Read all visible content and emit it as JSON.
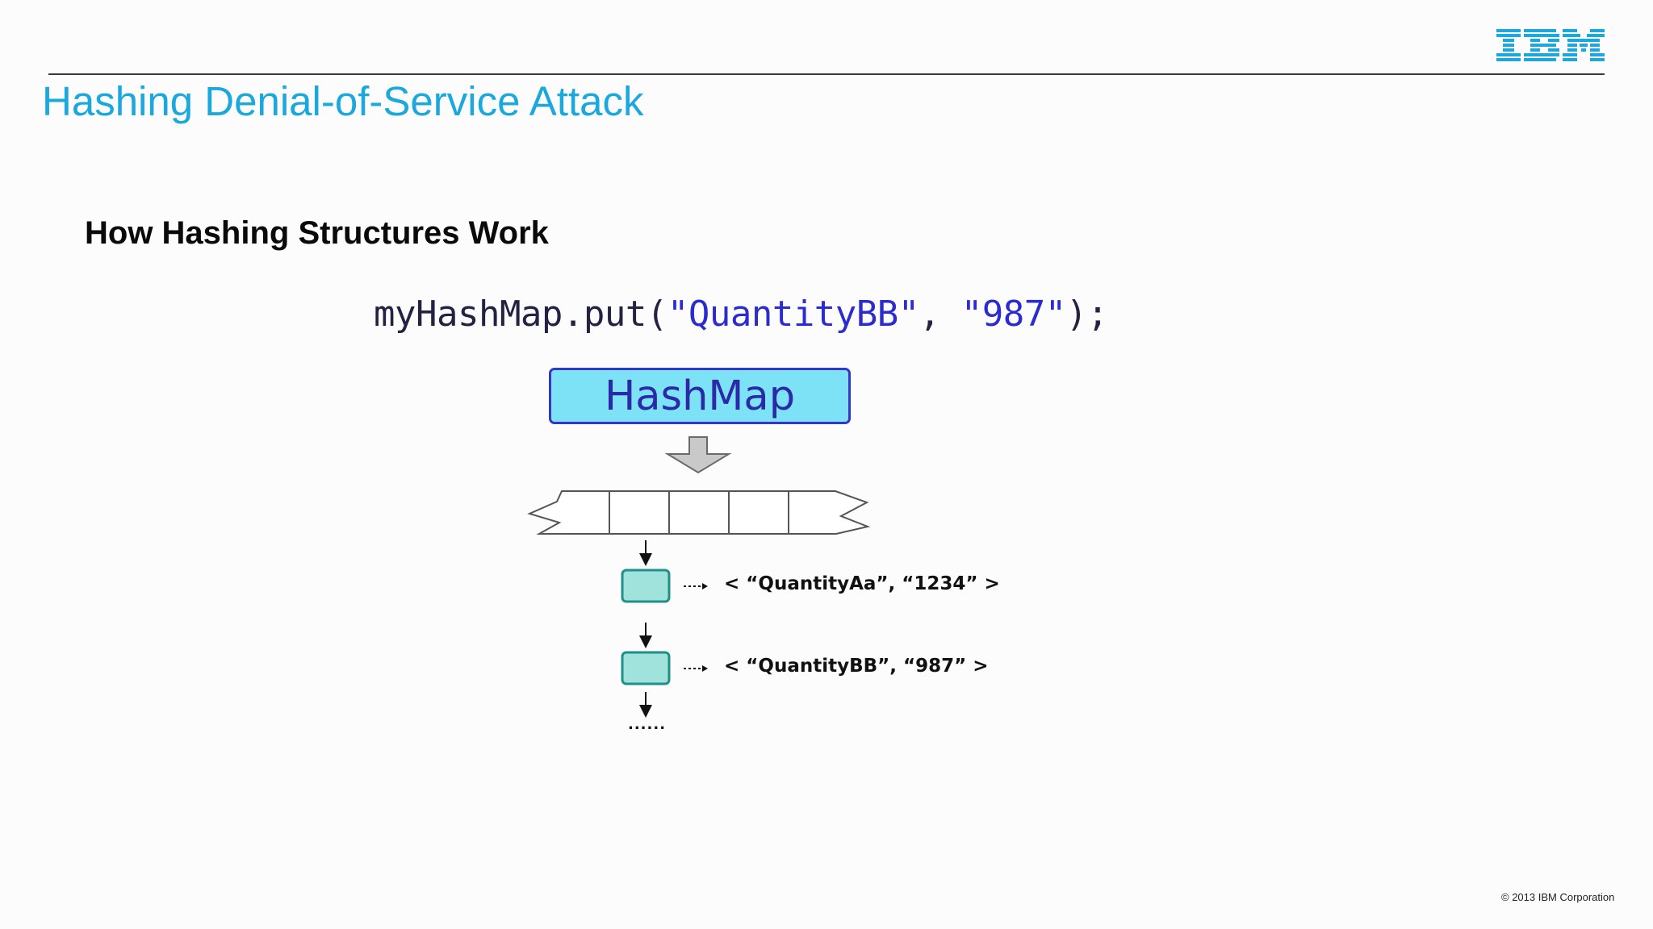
{
  "slide": {
    "title": "Hashing Denial-of-Service Attack",
    "subtitle": "How Hashing Structures Work",
    "copyright": "© 2013 IBM Corporation",
    "logo_text": "IBM",
    "colors": {
      "title": "#1aa8dd",
      "hashmap_fill": "#7ee2f6",
      "hashmap_border": "#3535c8",
      "node_fill": "#9fe3dc",
      "node_border": "#1f8f88",
      "code_string": "#2b2bcf"
    }
  },
  "code": {
    "prefix": "myHashMap.put(",
    "key": "\"QuantityBB\"",
    "separator": ", ",
    "value": "\"987\"",
    "suffix": ");"
  },
  "diagram": {
    "hashmap_label": "HashMap",
    "entries": [
      {
        "label": "< “QuantityAa”, “1234” >"
      },
      {
        "label": "< “QuantityBB”, “987” >"
      }
    ],
    "continuation": "......"
  }
}
